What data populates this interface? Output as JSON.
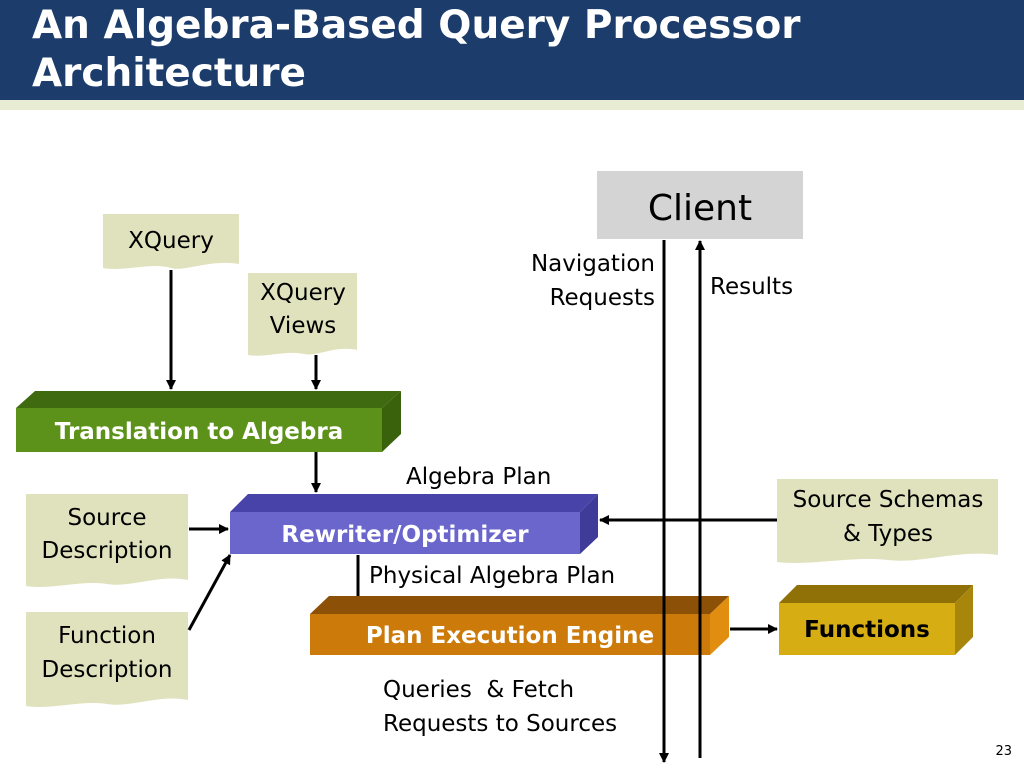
{
  "slide": {
    "title": "An Algebra-Based Query Processor Architecture",
    "page_number": "23"
  },
  "nodes": {
    "client": "Client",
    "xquery": "XQuery",
    "xquery_views": [
      "XQuery",
      "Views"
    ],
    "translation": "Translation to Algebra",
    "rewriter": "Rewriter/Optimizer",
    "plan_engine": "Plan Execution Engine",
    "functions": "Functions",
    "source_description": [
      "Source",
      "Description"
    ],
    "function_description": [
      "Function",
      "Description"
    ],
    "source_schemas": [
      "Source Schemas",
      "& Types"
    ]
  },
  "edge_labels": {
    "navigation_requests": [
      "Navigation",
      "Requests"
    ],
    "results": "Results",
    "algebra_plan": "Algebra Plan",
    "physical_algebra_plan": "Physical Algebra Plan",
    "queries_fetch": [
      "Queries  & Fetch",
      "Requests to Sources"
    ]
  },
  "colors": {
    "title_bar": "#1c3c6b",
    "translation_box": "#5c9219",
    "rewriter_box": "#6a66cc",
    "plan_engine_box": "#cc7a0a",
    "functions_box": "#d6ad12",
    "document_shape": "#e0e2bd",
    "client_box": "#d4d4d4"
  }
}
